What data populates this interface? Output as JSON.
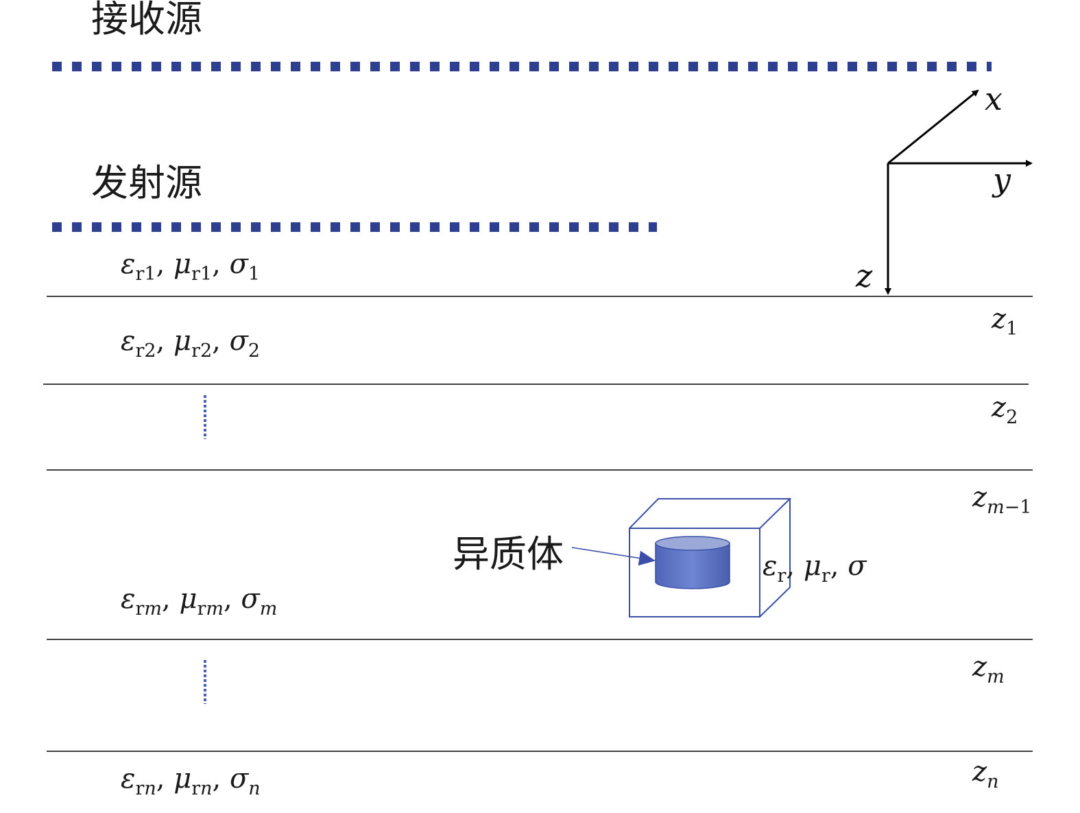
{
  "sources": {
    "receiver_label": "接收源",
    "transmitter_label": "发射源"
  },
  "axes": {
    "x_label": "x",
    "y_label": "y",
    "z_label": "z"
  },
  "layers": [
    {
      "eps": "ε",
      "eps_sub_r": "r",
      "eps_sub": "1",
      "mu": "μ",
      "mu_sub_r": "r",
      "mu_sub": "1",
      "sigma": "σ",
      "sigma_sub": "1"
    },
    {
      "eps": "ε",
      "eps_sub_r": "r",
      "eps_sub": "2",
      "mu": "μ",
      "mu_sub_r": "r",
      "mu_sub": "2",
      "sigma": "σ",
      "sigma_sub": "2"
    },
    {
      "eps": "ε",
      "eps_sub_r": "r",
      "eps_sub": "m",
      "mu": "μ",
      "mu_sub_r": "r",
      "mu_sub": "m",
      "sigma": "σ",
      "sigma_sub": "m"
    },
    {
      "eps": "ε",
      "eps_sub_r": "r",
      "eps_sub": "n",
      "mu": "μ",
      "mu_sub_r": "r",
      "mu_sub": "n",
      "sigma": "σ",
      "sigma_sub": "n"
    }
  ],
  "interfaces": [
    {
      "base": "z",
      "sub": "1"
    },
    {
      "base": "z",
      "sub": "2"
    },
    {
      "base": "z",
      "sub_italic": "m",
      "sub_rest": "−1"
    },
    {
      "base": "z",
      "sub": "m"
    },
    {
      "base": "z",
      "sub": "n"
    }
  ],
  "anomaly": {
    "label": "异质体",
    "eps": "ε",
    "eps_sub": "r",
    "mu": "μ",
    "mu_sub": "r",
    "sigma": "σ"
  },
  "colors": {
    "source_dots": "#2e3f8f",
    "anomaly_fill": "#5a72c2",
    "anomaly_top": "#9aa9d8",
    "box_stroke": "#3b4fa8",
    "ellipsis_dots": "#4a5fb5"
  }
}
